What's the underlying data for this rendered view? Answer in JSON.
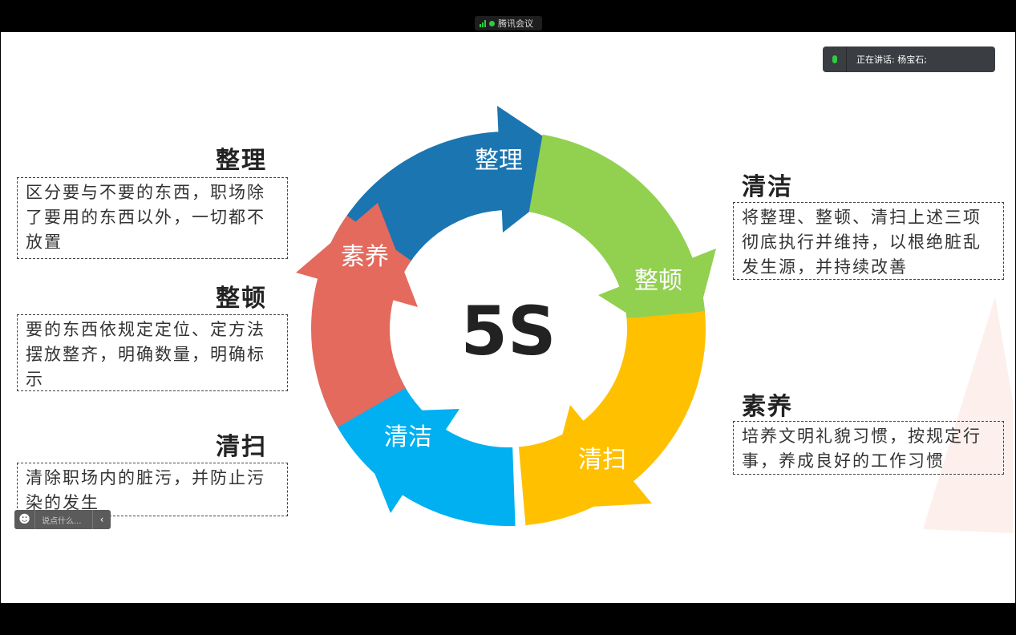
{
  "app": {
    "title": "腾讯会议",
    "speaking": "正在讲话: 杨宝石;",
    "chat_placeholder": "说点什么..."
  },
  "center": "5S",
  "ring": [
    {
      "label": "整理",
      "color": "#1b75b1"
    },
    {
      "label": "整顿",
      "color": "#92d050"
    },
    {
      "label": "清扫",
      "color": "#ffc000"
    },
    {
      "label": "清洁",
      "color": "#00b0f0"
    },
    {
      "label": "素养",
      "color": "#e46a5e"
    }
  ],
  "left": [
    {
      "title": "整理",
      "desc": "区分要与不要的东西，职场除了要用的东西以外，一切都不放置"
    },
    {
      "title": "整顿",
      "desc": "要的东西依规定定位、定方法摆放整齐，明确数量，明确标示"
    },
    {
      "title": "清扫",
      "desc": "清除职场内的脏污，并防止污染的发生"
    }
  ],
  "right": [
    {
      "title": "清洁",
      "desc": "将整理、整顿、清扫上述三项彻底执行并维持，以根绝脏乱发生源，并持续改善"
    },
    {
      "title": "素养",
      "desc": "培养文明礼貌习惯，按规定行事，养成良好的工作习惯"
    }
  ]
}
